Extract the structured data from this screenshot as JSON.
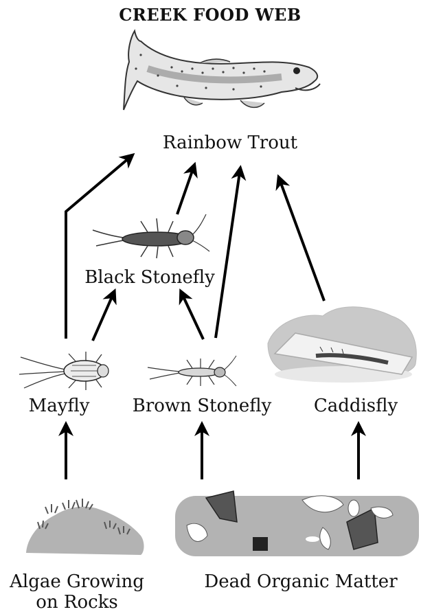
{
  "title": "CREEK FOOD WEB",
  "nodes": {
    "rainbow_trout": "Rainbow Trout",
    "black_stonefly": "Black Stonefly",
    "mayfly": "Mayfly",
    "brown_stonefly": "Brown Stonefly",
    "caddisfly": "Caddisfly",
    "algae_line1": "Algae Growing",
    "algae_line2": "on Rocks",
    "dead_organic_matter": "Dead Organic Matter"
  }
}
